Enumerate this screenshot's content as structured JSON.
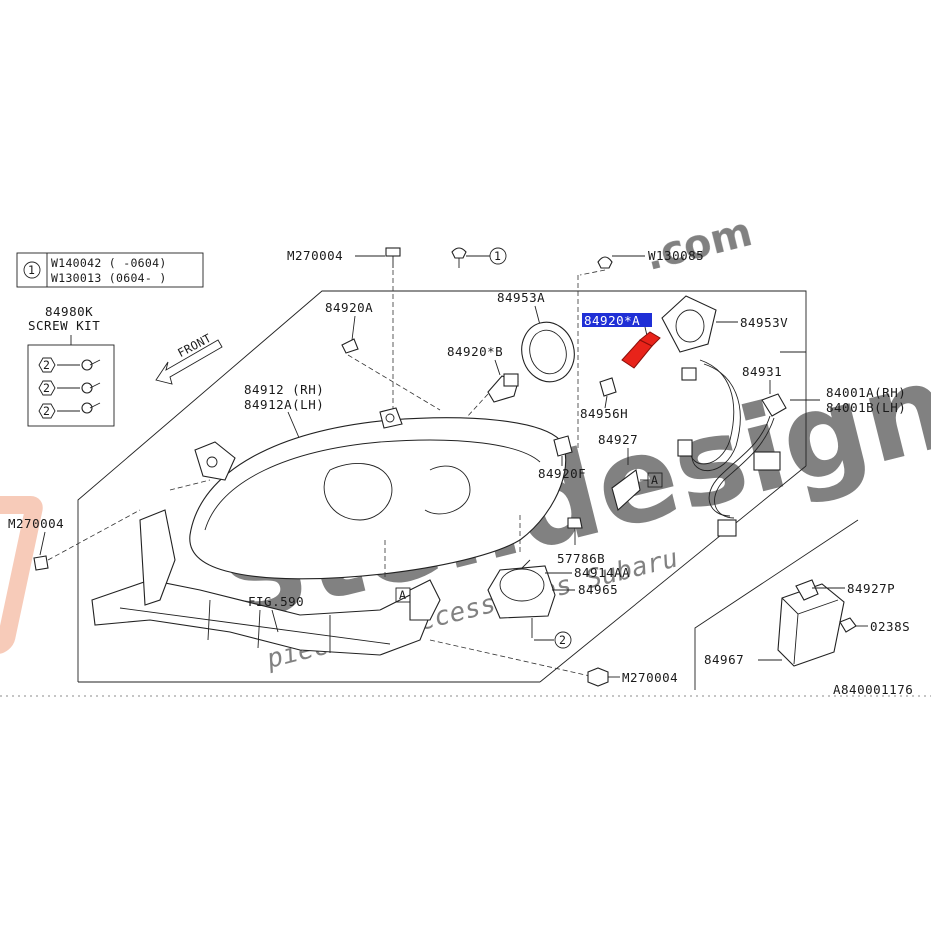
{
  "legend": {
    "marker_1": "1",
    "row1": "W140042 (  -0604)",
    "row2": "W130013 (0604-  )"
  },
  "screw_kit": {
    "code": "84980K",
    "title": "SCREW KIT",
    "markers": [
      "2",
      "2",
      "2"
    ]
  },
  "front_label": "FRONT",
  "labels": {
    "m270004_top": "M270004",
    "circle_1_top": "1",
    "w130085": "W130085",
    "p84953a": "84953A",
    "p84920a_left": "84920A",
    "p84920a_highlight": "84920*A",
    "p84953v": "84953V",
    "p84920b": "84920*B",
    "p84931": "84931",
    "p84001a": "84001A(RH)",
    "p84001b": "84001B(LH)",
    "p84912": "84912 (RH)",
    "p84912a": "84912A(LH)",
    "p84956h": "84956H",
    "p84927": "84927",
    "box_a_right": "A",
    "p84920f": "84920F",
    "m270004_left": "M270004",
    "p57786b": "57786B",
    "p84914aa": "84914AA",
    "p84965": "84965",
    "fig590": "FIG.590",
    "box_a_bottom": "A",
    "circle_2_bottom": "2",
    "m270004_bottom": "M270004",
    "p84927p": "84927P",
    "p0238s": "0238S",
    "p84967": "84967",
    "diagram_id": "A840001176"
  },
  "watermark": {
    "brand": "Stelldesign",
    "domain": ".com",
    "tagline": "pièces & accessoires Subaru"
  },
  "colors": {
    "highlight_bg": "#1f2fd6",
    "highlight_text": "#ffffff",
    "highlight_part": "#e8231a",
    "watermark_orange": "#f0a080",
    "watermark_gray": "#c8c8c8",
    "line": "#222222"
  }
}
